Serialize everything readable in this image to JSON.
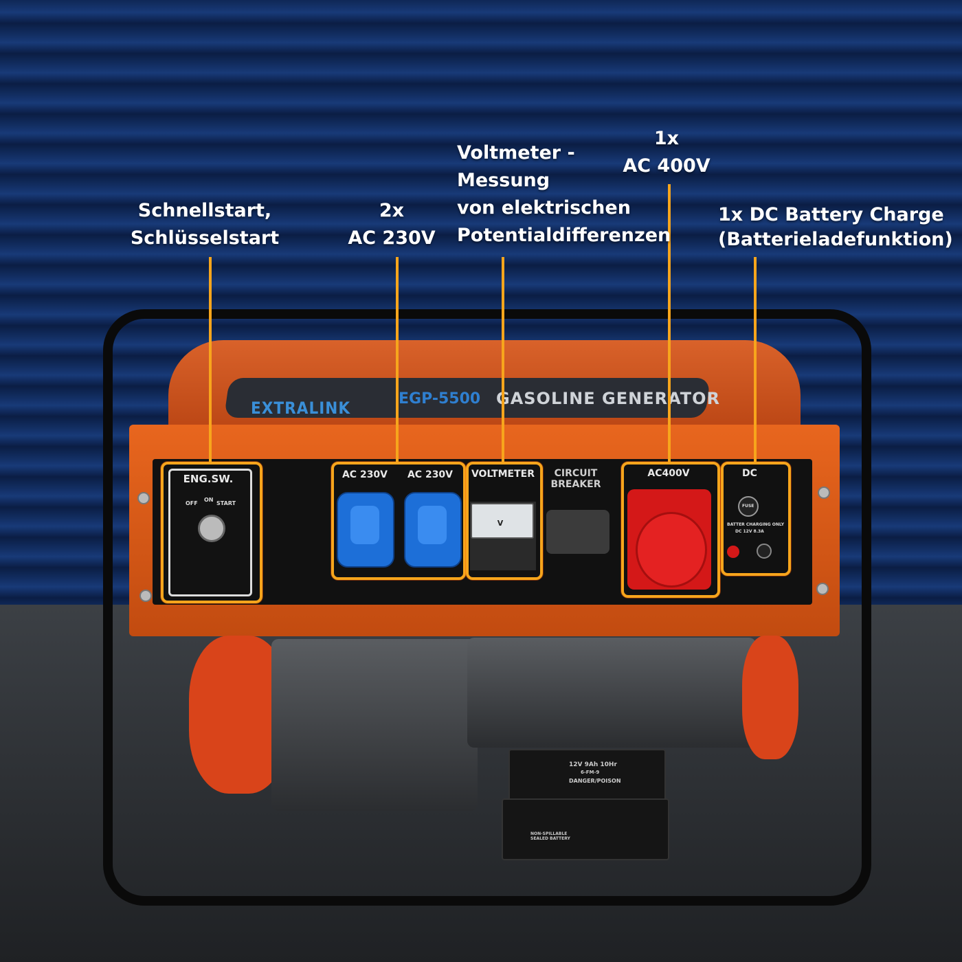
{
  "callouts": {
    "start": "Schnellstart,\nSchlüsselstart",
    "ac230": "2x\nAC 230V",
    "voltmeter": "Voltmeter -\nMessung\nvon elektrischen\nPotentialdifferenzen",
    "ac400": "1x\nAC 400V",
    "dc": "1x DC Battery Charge\n(Batterieladefunktion)"
  },
  "generator": {
    "brand": "EXTRALINK",
    "model": "EGP-5500",
    "type": "GASOLINE GENERATOR"
  },
  "panel": {
    "eng_sw": "ENG.SW.",
    "off": "OFF",
    "on": "ON",
    "start": "START",
    "ac230_left": "AC 230V",
    "ac230_right": "AC 230V",
    "voltmeter": "VOLTMETER",
    "meter_unit": "V",
    "circuit_breaker": "CIRCUIT\nBREAKER",
    "ac400": "AC400V",
    "dc": "DC",
    "fuse": "FUSE",
    "battery_charging": "BATTER CHARGING ONLY",
    "dc_rating": "DC 12V 8.3A"
  },
  "battery": {
    "rating": "12V 9Ah 10Hr",
    "model": "6-FM-9",
    "warning": "DANGER/POISON",
    "sealed": "NON-SPILLABLE\nSEALED BATTERY"
  },
  "colors": {
    "highlight": "#f7a51c",
    "frame_orange": "#d9622a",
    "socket_blue": "#1d6fd8",
    "socket_red": "#d41818"
  }
}
